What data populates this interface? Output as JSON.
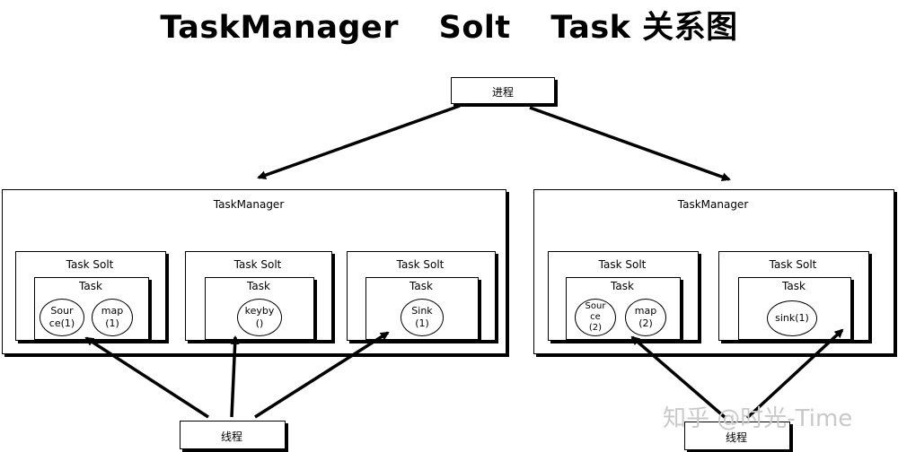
{
  "title": {
    "part1": "TaskManager",
    "part2": "Solt",
    "part3": "Task 关系图"
  },
  "process": {
    "label": "进程"
  },
  "left_manager": {
    "label": "TaskManager",
    "slots": [
      {
        "slot_label": "Task Solt",
        "task_label": "Task",
        "nodes": [
          "Sour\nce(1)",
          "map\n(1)"
        ]
      },
      {
        "slot_label": "Task Solt",
        "task_label": "Task",
        "nodes": [
          "keyby\n()"
        ]
      },
      {
        "slot_label": "Task Solt",
        "task_label": "Task",
        "nodes": [
          "Sink\n(1)"
        ]
      }
    ]
  },
  "right_manager": {
    "label": "TaskManager",
    "slots": [
      {
        "slot_label": "Task Solt",
        "task_label": "Task",
        "nodes": [
          "Sour\nce\n(2)",
          "map\n(2)"
        ]
      },
      {
        "slot_label": "Task Solt",
        "task_label": "Task",
        "nodes": [
          "sink(1)"
        ]
      }
    ]
  },
  "threads": {
    "left": "线程",
    "right": "线程"
  },
  "watermark": "知乎 @时光-Time"
}
